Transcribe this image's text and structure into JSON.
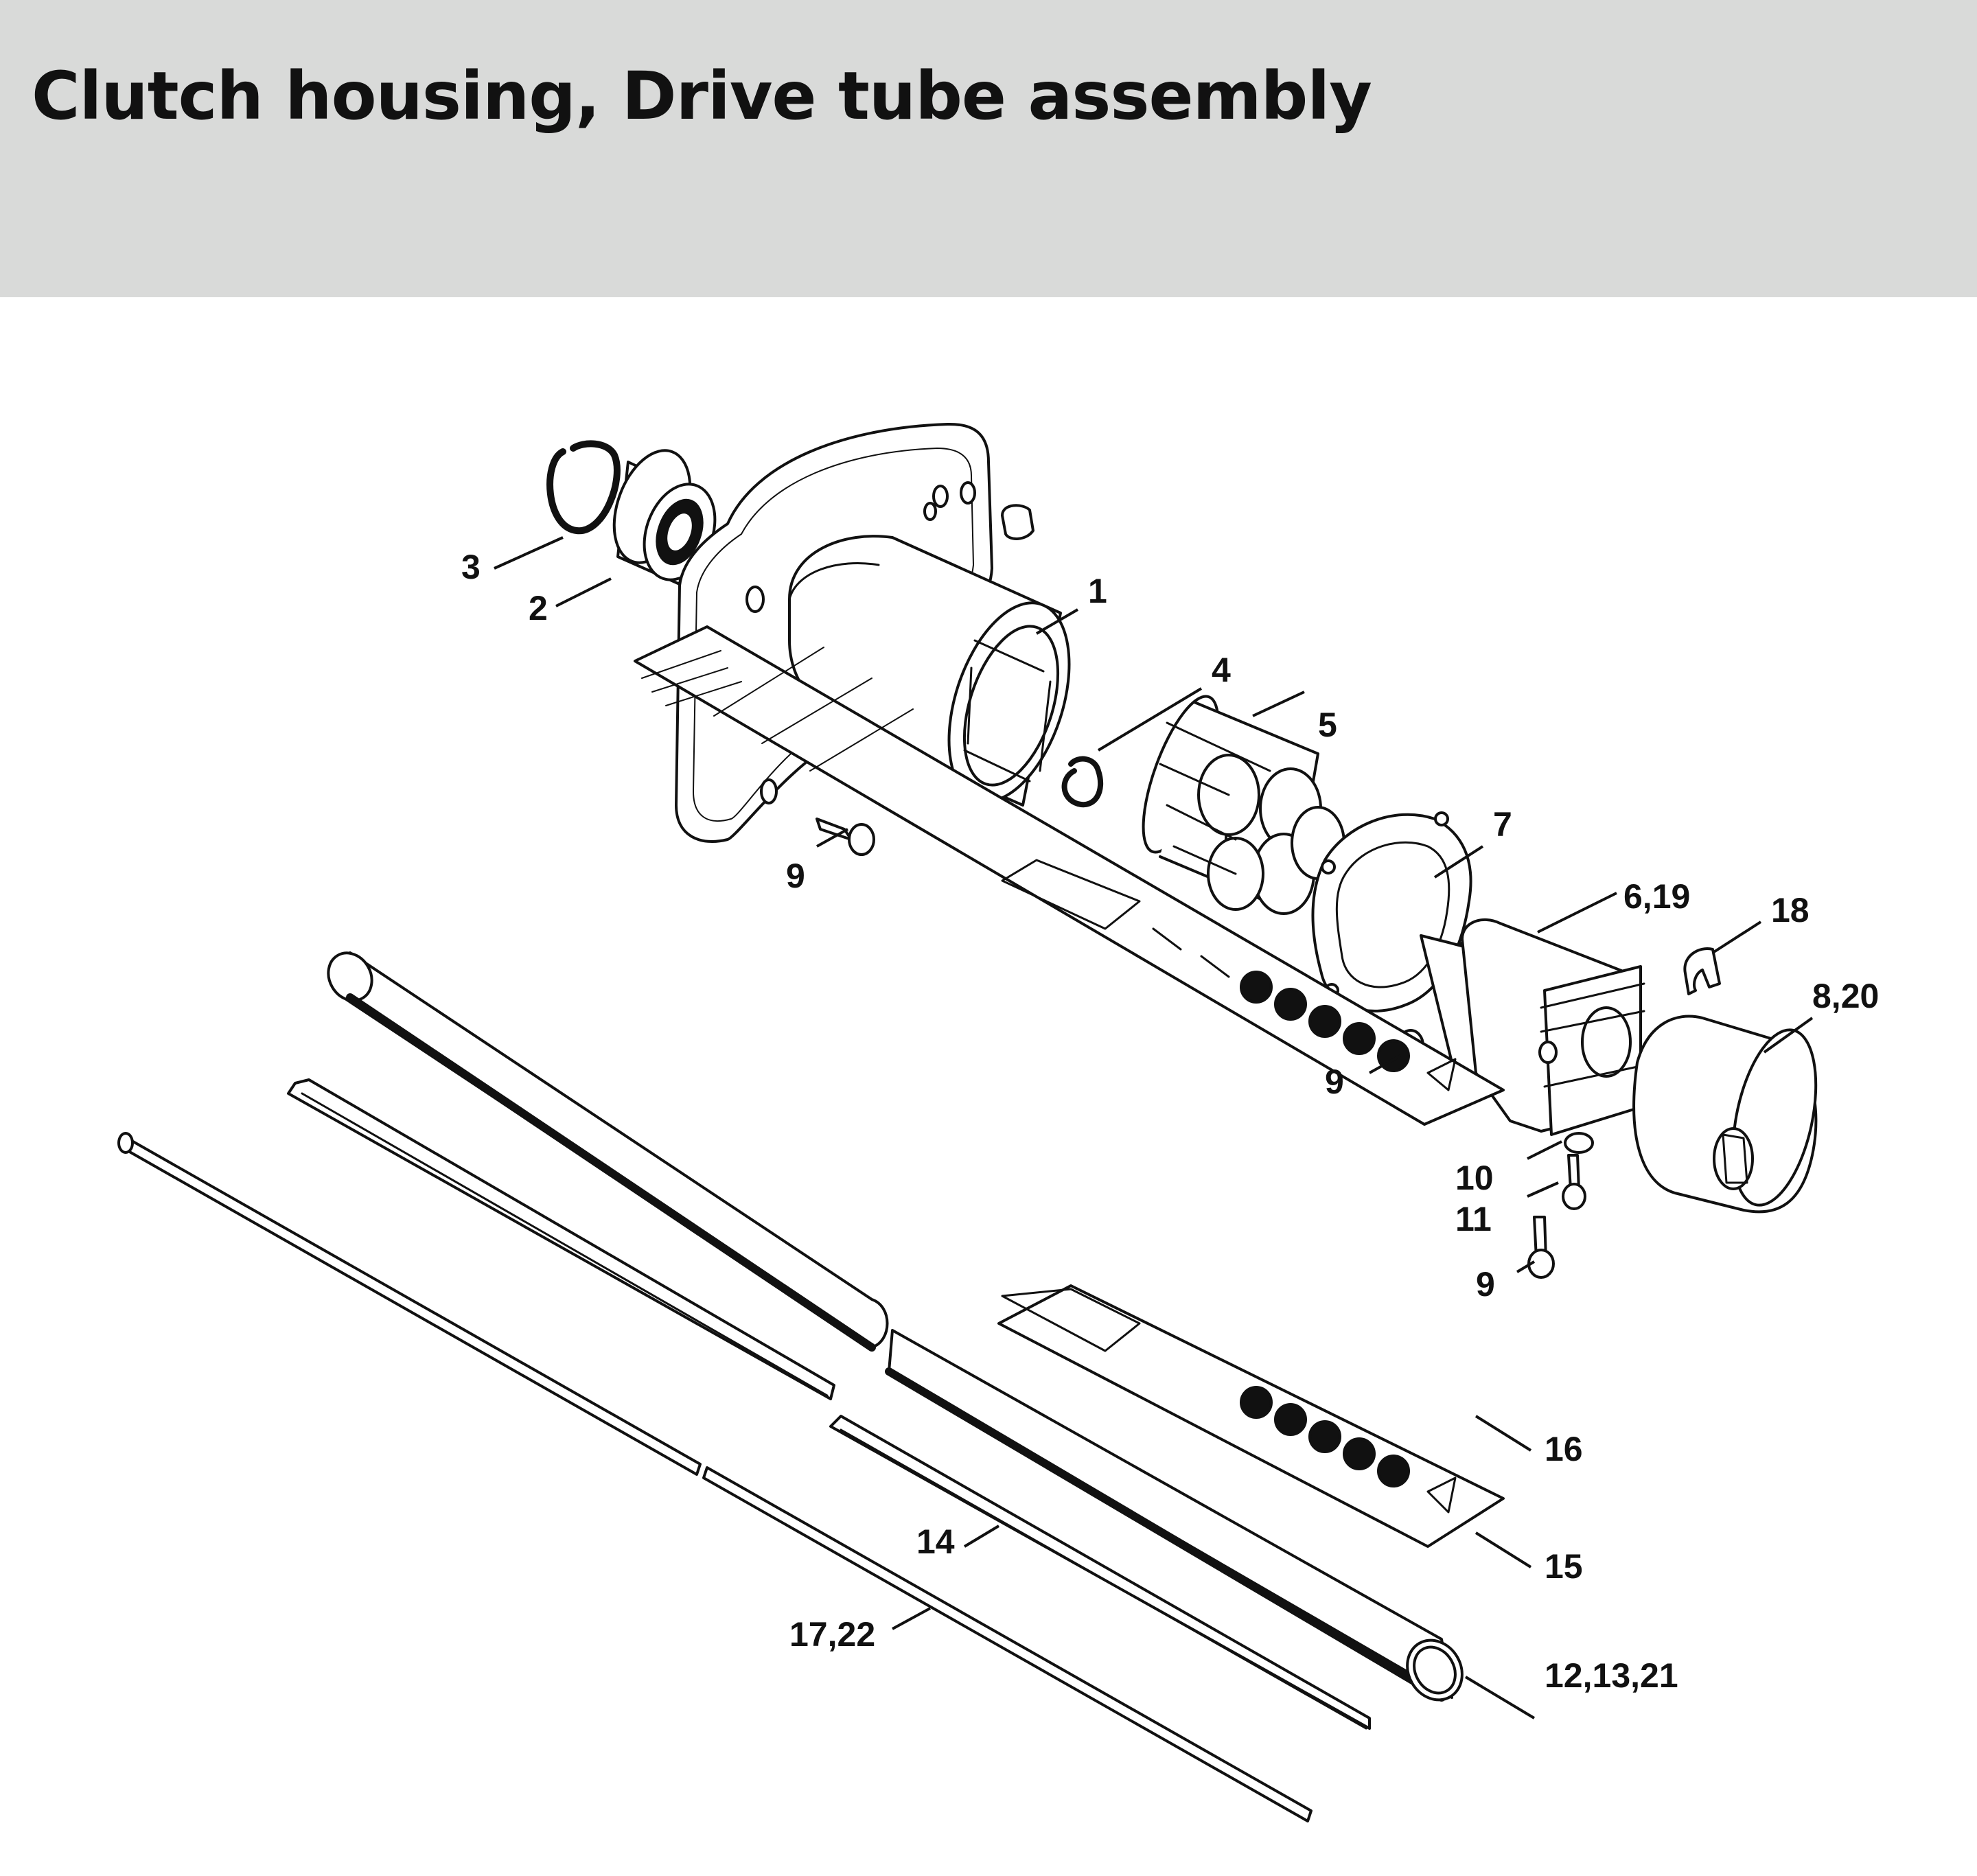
{
  "page": {
    "title": "Clutch housing, Drive tube assembly",
    "background": "#ffffff",
    "header_background": "#d9dad9",
    "line_color": "#111111"
  },
  "callouts": [
    {
      "id": "c1",
      "label": "1"
    },
    {
      "id": "c2",
      "label": "2"
    },
    {
      "id": "c3",
      "label": "3"
    },
    {
      "id": "c4",
      "label": "4"
    },
    {
      "id": "c5",
      "label": "5"
    },
    {
      "id": "c7",
      "label": "7"
    },
    {
      "id": "c6-19",
      "label": "6,19"
    },
    {
      "id": "c18",
      "label": "18"
    },
    {
      "id": "c8-20",
      "label": "8,20"
    },
    {
      "id": "c9a",
      "label": "9"
    },
    {
      "id": "c9b",
      "label": "9"
    },
    {
      "id": "c9c",
      "label": "9"
    },
    {
      "id": "c10",
      "label": "10"
    },
    {
      "id": "c11",
      "label": "11"
    },
    {
      "id": "c16",
      "label": "16"
    },
    {
      "id": "c15",
      "label": "15"
    },
    {
      "id": "c14",
      "label": "14"
    },
    {
      "id": "c17-22",
      "label": "17,22"
    },
    {
      "id": "c12-13-21",
      "label": "12,13,21"
    }
  ]
}
